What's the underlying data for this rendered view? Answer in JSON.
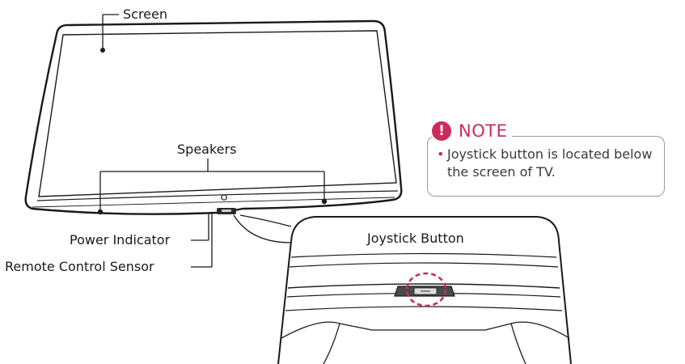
{
  "labels": {
    "screen": "Screen",
    "speakers": "Speakers",
    "power_indicator": "Power Indicator",
    "remote_sensor": "Remote Control Sensor",
    "joystick_button": "Joystick Button"
  },
  "note": {
    "icon_glyph": "!",
    "title": "NOTE",
    "bullet": "•",
    "text": "Joystick button is located below the screen of TV."
  },
  "colors": {
    "accent": "#cc2b5e",
    "outline": "#1a1a1a",
    "box_border": "#9a9a9a"
  }
}
